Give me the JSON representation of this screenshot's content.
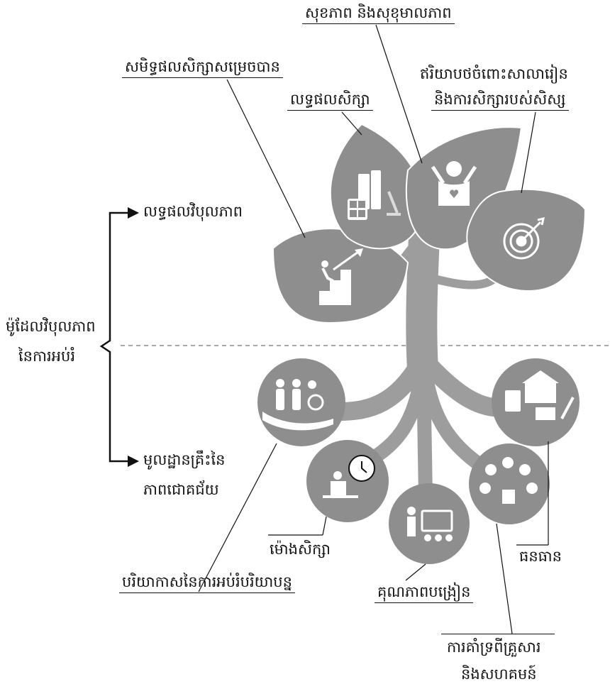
{
  "model": {
    "title": "ម៉ូដែលវិបុលភាព",
    "title_line2": "នៃការអប់រំ"
  },
  "outcomes": {
    "heading": "លទ្ធផលវិបុលភាព",
    "items": {
      "achievement": "សមិទ្ធផលសិក្សាសម្រេចបាន",
      "learning": "លទ្ធផលសិក្សា",
      "wellbeing": "សុខភាព និងសុខុមាលភាព",
      "attitude_line1": "ឥរិយាបថចំពោះសាលារៀន",
      "attitude_line2": "និងការសិក្សារបស់សិស្ស"
    }
  },
  "foundations": {
    "heading_line1": "មូលដ្ឋានគ្រឹះនៃ",
    "heading_line2": "ភាពជោគជ័យ",
    "items": {
      "hours": "ម៉ោងសិក្សា",
      "environment": "បរិយាកាសនៃការអប់រំបរិយាបន្ន",
      "teaching": "គុណភាពបង្រៀន",
      "resources": "ធនធាន",
      "support_line1": "ការគាំទ្រពីគ្រួសារ",
      "support_line2": "និងសហគមន៍"
    }
  },
  "colors": {
    "tree": "#8e8e8e",
    "trunk": "#9d9d9d",
    "icon": "#ffffff",
    "line": "#111111",
    "divider": "#8a8a8a"
  },
  "icons": [
    "stairs-climber-icon",
    "books-calculator-icon",
    "happy-person-icon",
    "target-icon",
    "inclusive-hand-icon",
    "teacher-clock-icon",
    "teacher-board-icon",
    "community-network-icon",
    "school-resources-icon"
  ]
}
